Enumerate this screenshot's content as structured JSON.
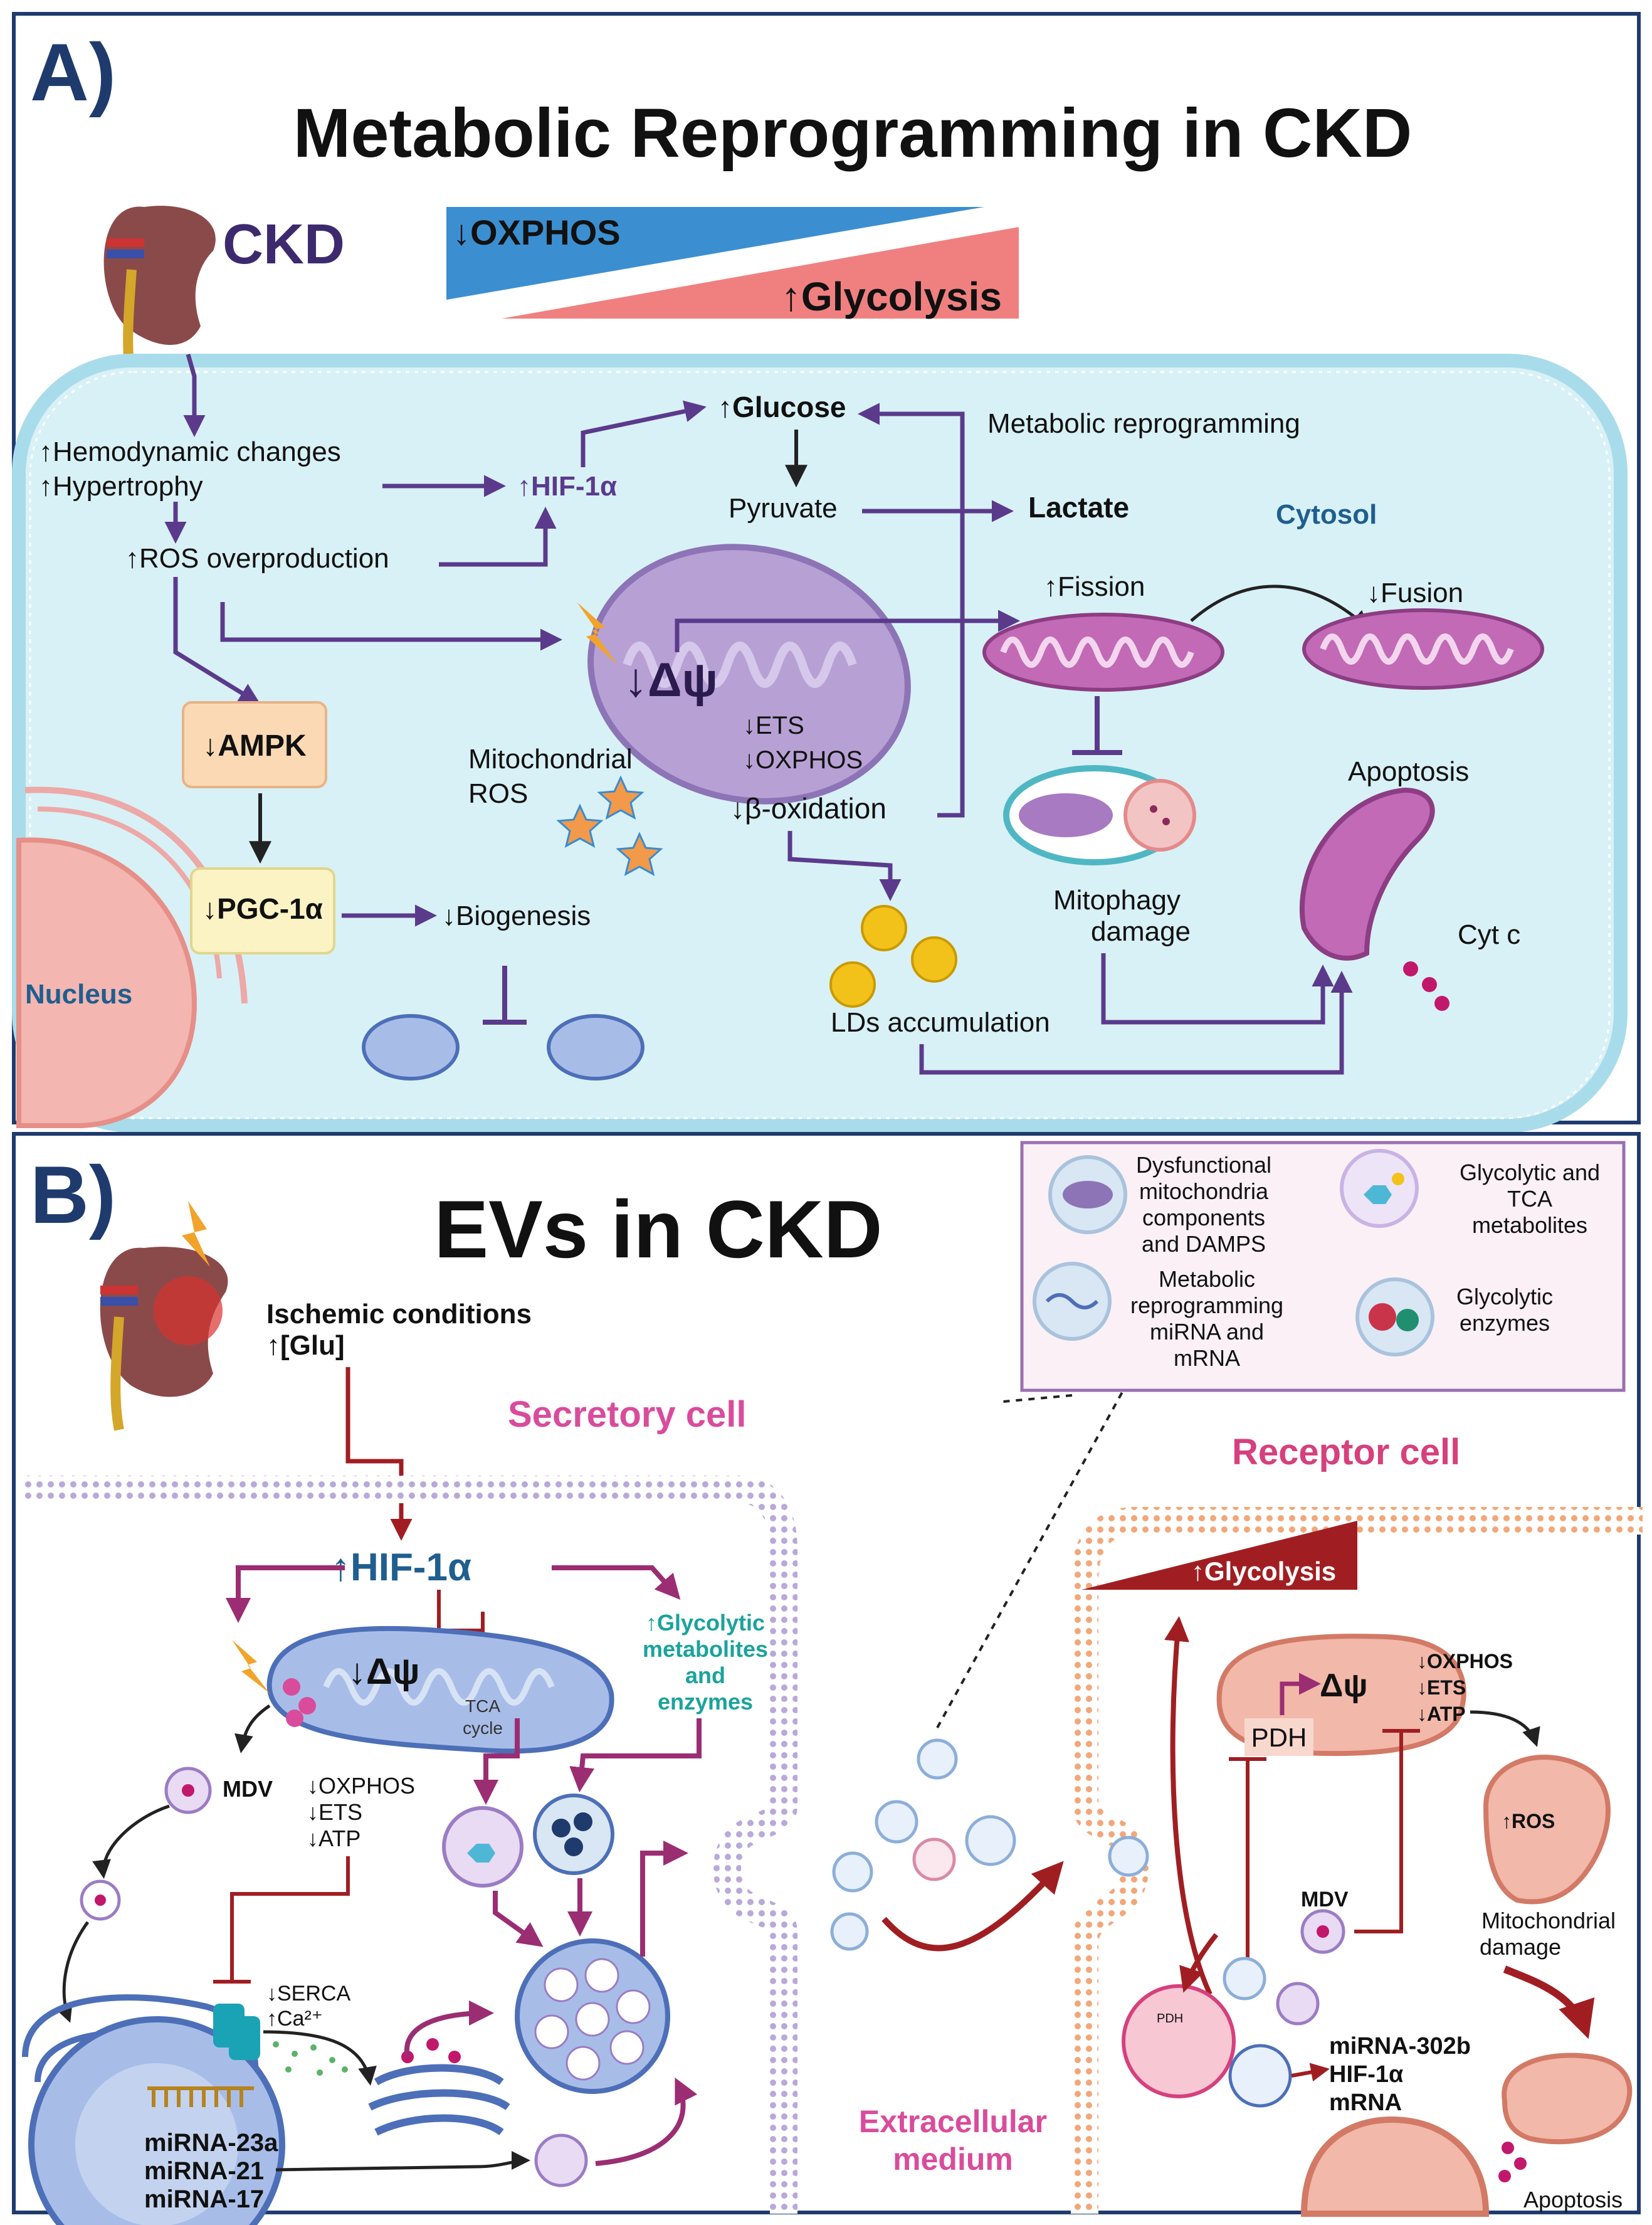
{
  "panel_a": {
    "letter": "A)",
    "title": "Metabolic Reprogramming in CKD",
    "ckd_label": "CKD",
    "oxphos_label": "↓OXPHOS",
    "glycolysis_label": "↑Glycolysis",
    "hemodynamic": "↑Hemodynamic changes",
    "hypertrophy": "↑Hypertrophy",
    "ros_overproduction": "↑ROS overproduction",
    "hif": "↑HIF-1α",
    "glucose": "↑Glucose",
    "metabolic_reprogramming": "Metabolic reprogramming",
    "pyruvate": "Pyruvate",
    "lactate": "Lactate",
    "cytosol": "Cytosol",
    "fission": "↑Fission",
    "fusion": "↓Fusion",
    "delta_psi": "↓Δψ",
    "ets": "↓ETS",
    "oxphos_small": "↓OXPHOS",
    "beta_oxidation": "↓β-oxidation",
    "mito_ros_1": "Mitochondrial",
    "mito_ros_2": "ROS",
    "ampk": "↓AMPK",
    "pgc": "↓PGC-1α",
    "biogenesis": "↓Biogenesis",
    "nucleus": "Nucleus",
    "apoptosis": "Apoptosis",
    "mitophagy_1": "Mitophagy",
    "mitophagy_2": "damage",
    "cytc": "Cyt c",
    "lds": "LDs accumulation"
  },
  "panel_b": {
    "letter": "B)",
    "title": "EVs in CKD",
    "ischemic": "Ischemic conditions",
    "glu": "↑[Glu]",
    "secretory_cell": "Secretory cell",
    "receptor_cell": "Receptor cell",
    "hif": "↑HIF-1α",
    "delta_psi": "↓Δψ",
    "tca_1": "TCA",
    "tca_2": "cycle",
    "glyco_meta_1": "↑Glycolytic",
    "glyco_meta_2": "metabolites",
    "glyco_meta_3": "and",
    "glyco_meta_4": "enzymes",
    "mdv_left": "MDV",
    "oxphos": "↓OXPHOS",
    "ets": "↓ETS",
    "atp": "↓ATP",
    "serca": "↓SERCA",
    "ca": "↑Ca²⁺",
    "mirna_23a": "miRNA-23a",
    "mirna_21": "miRNA-21",
    "mirna_17": "miRNA-17",
    "extracellular_1": "Extracellular",
    "extracellular_2": "medium",
    "glycolysis_r": "↑Glycolysis",
    "pdh": "PDH",
    "delta_psi_r": "Δψ",
    "oxphos_r": "↓OXPHOS",
    "ets_r": "↓ETS",
    "atp_r": "↓ATP",
    "ros_r": "↑ROS",
    "mdv_right": "MDV",
    "mito_damage_1": "Mitochondrial",
    "mito_damage_2": "damage",
    "mirna_302b": "miRNA-302b",
    "hif_mrna_1": "HIF-1α",
    "hif_mrna_2": "mRNA",
    "apoptosis": "Apoptosis",
    "pdh_small": "PDH",
    "legend": {
      "item1": [
        "Dysfunctional",
        "mitochondria",
        "components",
        "and DAMPS"
      ],
      "item2": [
        "Glycolytic and",
        "TCA",
        "metabolites"
      ],
      "item3": [
        "Metabolic",
        "reprogramming",
        "miRNA and",
        "mRNA"
      ],
      "item4": [
        "Glycolytic",
        "enzymes"
      ]
    }
  },
  "colors": {
    "frame": "#1f3b6e",
    "arrow_purple": "#5b3a8c",
    "cell_bg": "#d8f1f6",
    "oxphos_blue": "#3b8fd0",
    "glycolysis_red": "#f08080",
    "ampk_box": "#fbd9b4",
    "pgc_box": "#fbf3c4",
    "secretory_pink": "#d94c9c",
    "receptor_pink": "#d6407d",
    "dark_red": "#a01e22",
    "magenta": "#9b2d73"
  }
}
